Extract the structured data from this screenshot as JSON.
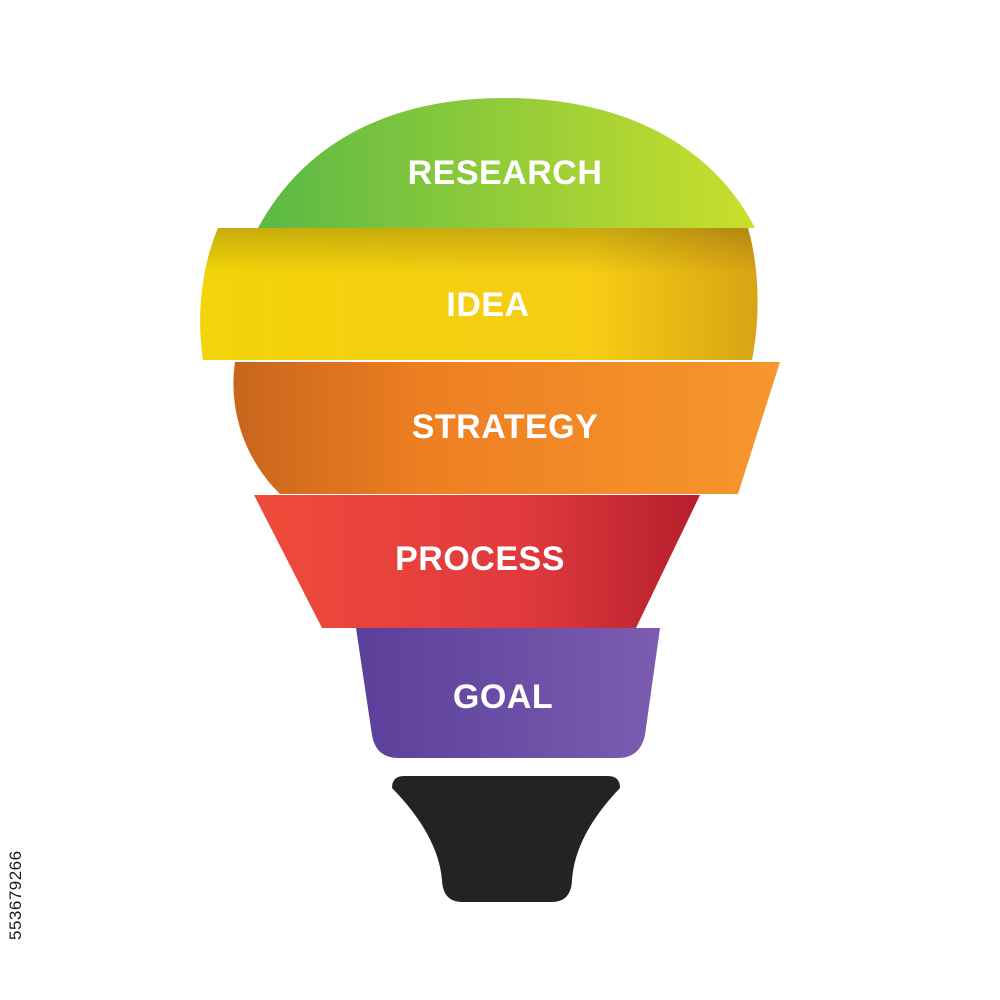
{
  "diagram": {
    "stages": [
      {
        "label": "RESEARCH",
        "color": "#7cc242"
      },
      {
        "label": "IDEA",
        "color": "#f5cf10"
      },
      {
        "label": "STRATEGY",
        "color": "#f08a24"
      },
      {
        "label": "PROCESS",
        "color": "#e53935"
      },
      {
        "label": "GOAL",
        "color": "#6a4ba6"
      }
    ],
    "base_color": "#232323"
  },
  "watermark": {
    "stock_id": "553679266"
  }
}
